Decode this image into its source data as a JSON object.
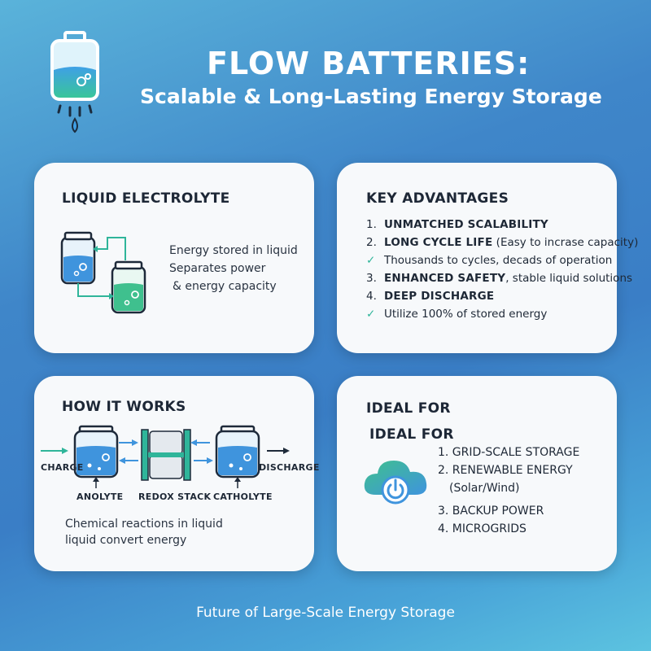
{
  "header": {
    "title": "FLOW BATTERIES:",
    "subtitle": "Scalable & Long-Lasting Energy Storage",
    "icon": "battery-drip-icon"
  },
  "cards": {
    "liquid": {
      "title": "LIQUID ELECTROLYTE",
      "lines": [
        "Energy stored in liquid",
        "Separates power",
        "& energy capacity"
      ],
      "icon": "two-tanks-icon"
    },
    "advantages": {
      "title": "KEY ADVANTAGES",
      "items": [
        {
          "marker": "1.",
          "caps": "UNMATCHED SCALABILITY",
          "rest": ""
        },
        {
          "marker": "2.",
          "caps": "LONG CYCLE LIFE",
          "rest": " (Easy to incrase capacity)"
        },
        {
          "marker": "✓",
          "caps": "",
          "rest": "Thousands to cycles, decads of operation"
        },
        {
          "marker": "3.",
          "caps": "ENHANCED SAFETY",
          "rest": ", stable liquid solutions"
        },
        {
          "marker": "4.",
          "caps": "DEEP DISCHARGE",
          "rest": ""
        },
        {
          "marker": "✓",
          "caps": "",
          "rest": "Utilize 100% of stored energy"
        }
      ]
    },
    "how": {
      "title": "HOW IT WORKS",
      "charge": "CHARGE",
      "discharge": "DISCHARGE",
      "anolyte": "ANOLYTE",
      "stack": "REDOX STACK",
      "catholyte": "CATHOLYTE",
      "desc1": "Chemical reactions in liquid",
      "desc2": "liquid convert energy"
    },
    "ideal": {
      "title": "IDEAL FOR",
      "subtitle": "IDEAL FOR",
      "items": [
        "1.  GRID-SCALE STORAGE",
        "2.  RENEWABLE ENERGY",
        "(Solar/Wind)",
        "3.  BACKUP POWER",
        "4.  MICROGRIDS"
      ],
      "icon": "cloud-power-icon"
    }
  },
  "footer": "Future of Large-Scale Energy Storage",
  "colors": {
    "accent_green": "#2fb59a",
    "accent_blue": "#4a8fd8",
    "liquid_blue": "#3f94dd",
    "liquid_green": "#3fc08e"
  }
}
